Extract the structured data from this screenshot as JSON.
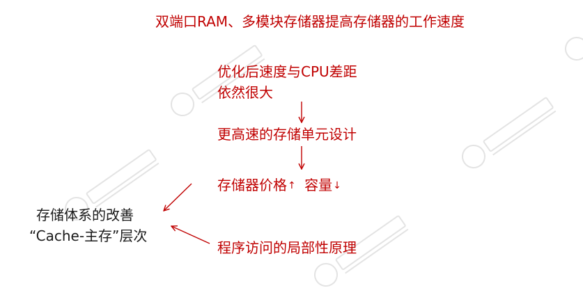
{
  "slide": {
    "title": "双端口RAM、多模块存储器提高存储器的工作速度",
    "nodes": {
      "gap_line1": "优化后速度与CPU差距",
      "gap_line2": "依然很大",
      "faster_unit": "更高速的存储单元设计",
      "cost_label": "存储器价格",
      "cost_arrow": "↑",
      "capacity_label": "容量",
      "capacity_arrow": "↓",
      "improve_line1": "存储体系的改善",
      "improve_line2": "“Cache-主存”层次",
      "locality": "程序访问的局部性原理"
    },
    "colors": {
      "accent": "#c00000",
      "text": "#1a1a1a",
      "watermark": "#e3e3e3"
    }
  }
}
